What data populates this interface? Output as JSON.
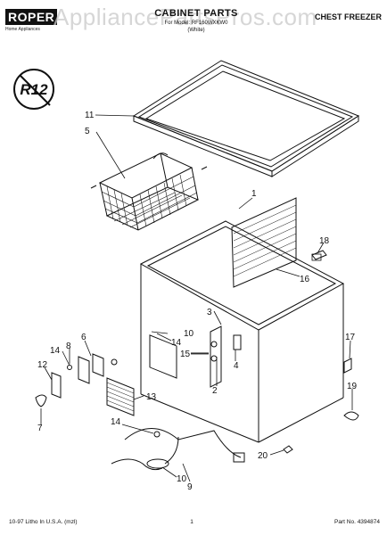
{
  "header": {
    "brand": "ROPER",
    "brand_sub": "Home Appliances",
    "title": "CABINET PARTS",
    "model": "For Model: RF160WXKW0",
    "color": "(White)",
    "product": "CHEST FREEZER",
    "watermark": "AppliancePartsPros.com"
  },
  "badge": {
    "text": "R12"
  },
  "callouts": [
    "1",
    "2",
    "3",
    "4",
    "5",
    "6",
    "7",
    "8",
    "9",
    "10",
    "10",
    "11",
    "12",
    "13",
    "14",
    "14",
    "14",
    "15",
    "16",
    "17",
    "18",
    "19",
    "20"
  ],
  "footer": {
    "litho": "10-97 Litho In U.S.A. (mzl)",
    "page": "1",
    "part_no": "Part No. 4394874"
  }
}
